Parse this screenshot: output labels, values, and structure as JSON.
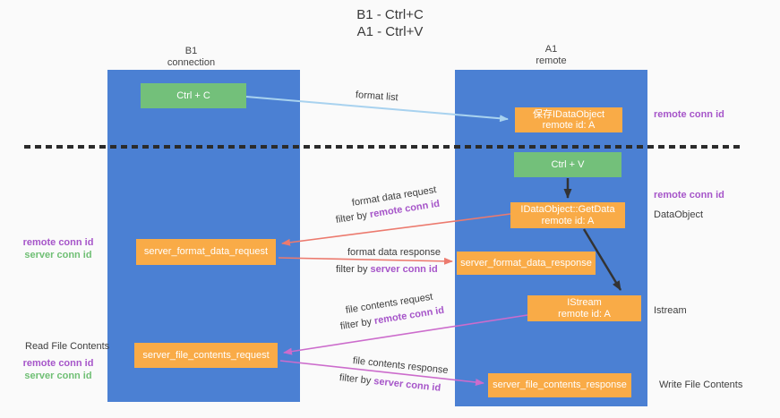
{
  "title": {
    "line1": "B1 - Ctrl+C",
    "line2": "A1 - Ctrl+V"
  },
  "lanes": {
    "left": {
      "name": "B1",
      "role": "connection"
    },
    "right": {
      "name": "A1",
      "role": "remote"
    }
  },
  "nodes": {
    "ctrl_c": {
      "label": "Ctrl + C"
    },
    "ctrl_v": {
      "label": "Ctrl + V"
    },
    "save_dataobject": {
      "line1": "保存IDataObject",
      "line2": "remote id: A"
    },
    "getdata": {
      "line1": "IDataObject::GetData",
      "line2": "remote id: A"
    },
    "istream": {
      "line1": "IStream",
      "line2": "remote id: A"
    },
    "server_format_data_request": {
      "label": "server_format_data_request"
    },
    "server_format_data_response": {
      "label": "server_format_data_response"
    },
    "server_file_contents_request": {
      "label": "server_file_contents_request"
    },
    "server_file_contents_response": {
      "label": "server_file_contents_response"
    }
  },
  "edges": {
    "format_list": {
      "label": "format list"
    },
    "format_data_request": {
      "label": "format data request",
      "filter_prefix": "filter by ",
      "filter_key": "remote conn id"
    },
    "format_data_response": {
      "label": "format data response",
      "filter_prefix": "filter by ",
      "filter_key": "server conn id"
    },
    "file_contents_request": {
      "label": "file contents request",
      "filter_prefix": "filter by ",
      "filter_key": "remote conn id"
    },
    "file_contents_response": {
      "label": "file contents response",
      "filter_prefix": "filter by ",
      "filter_key": "server conn id"
    }
  },
  "annotations": {
    "right_remote_conn_id_1": "remote conn id",
    "right_remote_conn_id_2": "remote conn id",
    "dataobject": "DataObject",
    "istream": "Istream",
    "write_file_contents": "Write File Contents",
    "left_remote_conn_id_1": "remote conn id",
    "left_server_conn_id_1": "server conn id",
    "read_file_contents": "Read File Contents",
    "left_remote_conn_id_2": "remote conn id",
    "left_server_conn_id_2": "server conn id"
  },
  "colors": {
    "bg": "#fafafa",
    "lane-blue": "#4b80d3",
    "box-green": "#73c07a",
    "box-orange": "#f9ab47",
    "arrow-lightblue": "#a8d2ef",
    "arrow-red": "#ec7a6e",
    "arrow-magenta": "#cc6ccc",
    "arrow-black": "#333333",
    "dash-black": "#2b2b2b",
    "text-purple": "#a655c9",
    "text-green": "#6fbf74"
  }
}
